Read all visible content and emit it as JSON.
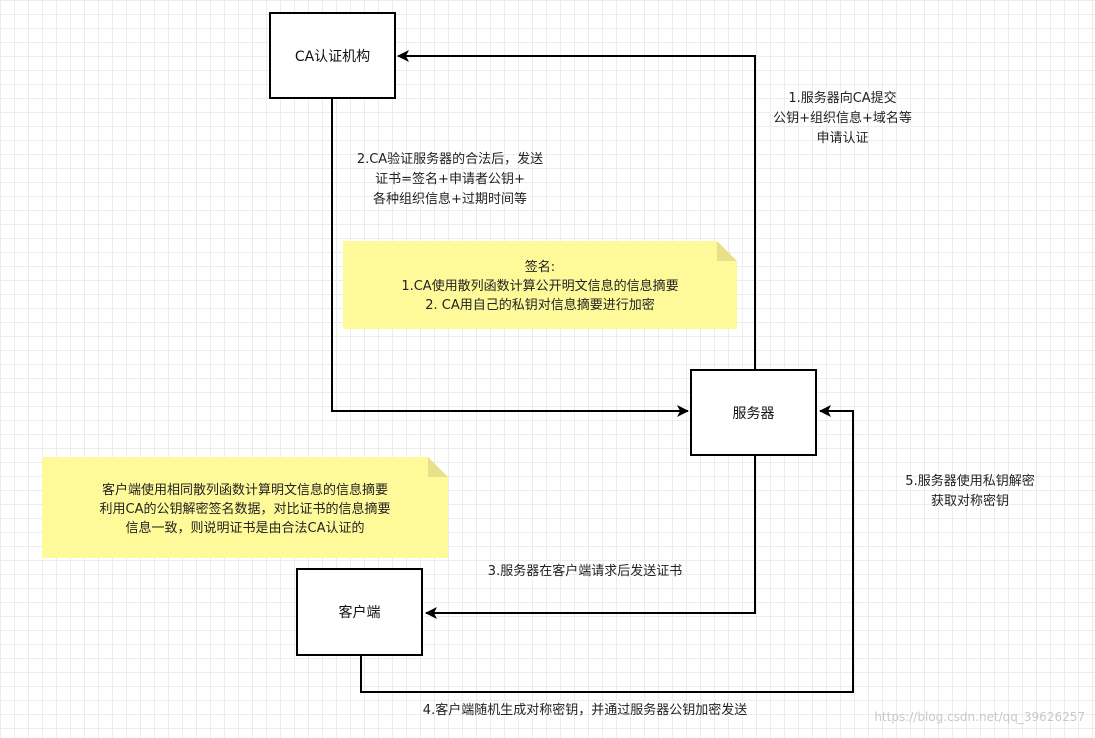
{
  "nodes": {
    "ca": "CA认证机构",
    "server": "服务器",
    "client": "客户端"
  },
  "edges": {
    "step1": [
      "1.服务器向CA提交",
      "公钥+组织信息+域名等",
      "申请认证"
    ],
    "step2": [
      "2.CA验证服务器的合法后，发送",
      "证书=签名+申请者公钥+",
      "各种组织信息+过期时间等"
    ],
    "step3": "3.服务器在客户端请求后发送证书",
    "step4": "4.客户端随机生成对称密钥，并通过服务器公钥加密发送",
    "step5": [
      "5.服务器使用私钥解密",
      "获取对称密钥"
    ]
  },
  "notes": {
    "signature": [
      "签名:",
      "1.CA使用散列函数计算公开明文信息的信息摘要",
      "2. CA用自己的私钥对信息摘要进行加密"
    ],
    "client_verify": [
      "客户端使用相同散列函数计算明文信息的信息摘要",
      "利用CA的公钥解密签名数据，对比证书的信息摘要",
      "信息一致，则说明证书是由合法CA认证的"
    ]
  },
  "watermark": "https://blog.csdn.net/qq_39626257",
  "colors": {
    "note_fill": "#fffa99",
    "grid": "#ececec",
    "edge": "#000000"
  }
}
